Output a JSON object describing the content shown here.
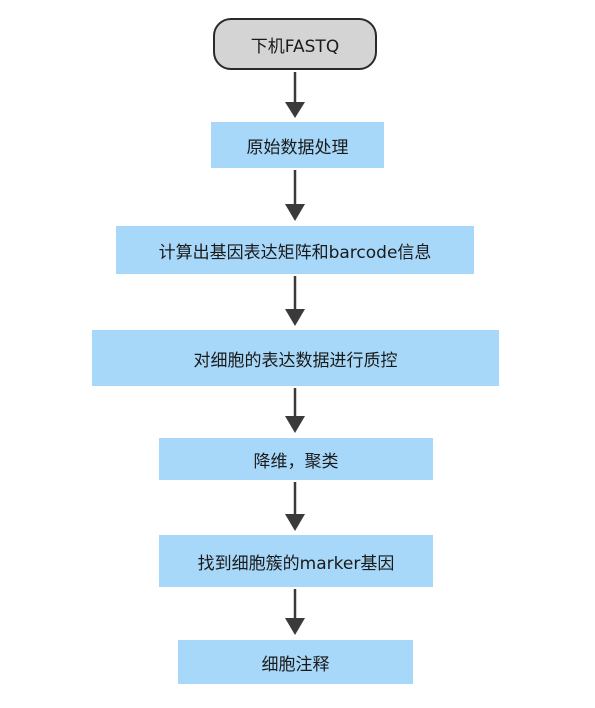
{
  "flowchart": {
    "start": "下机FASTQ",
    "steps": [
      "原始数据处理",
      "计算出基因表达矩阵和barcode信息",
      "对细胞的表达数据进行质控",
      "降维，聚类",
      "找到细胞簇的marker基因",
      "细胞注释"
    ]
  }
}
